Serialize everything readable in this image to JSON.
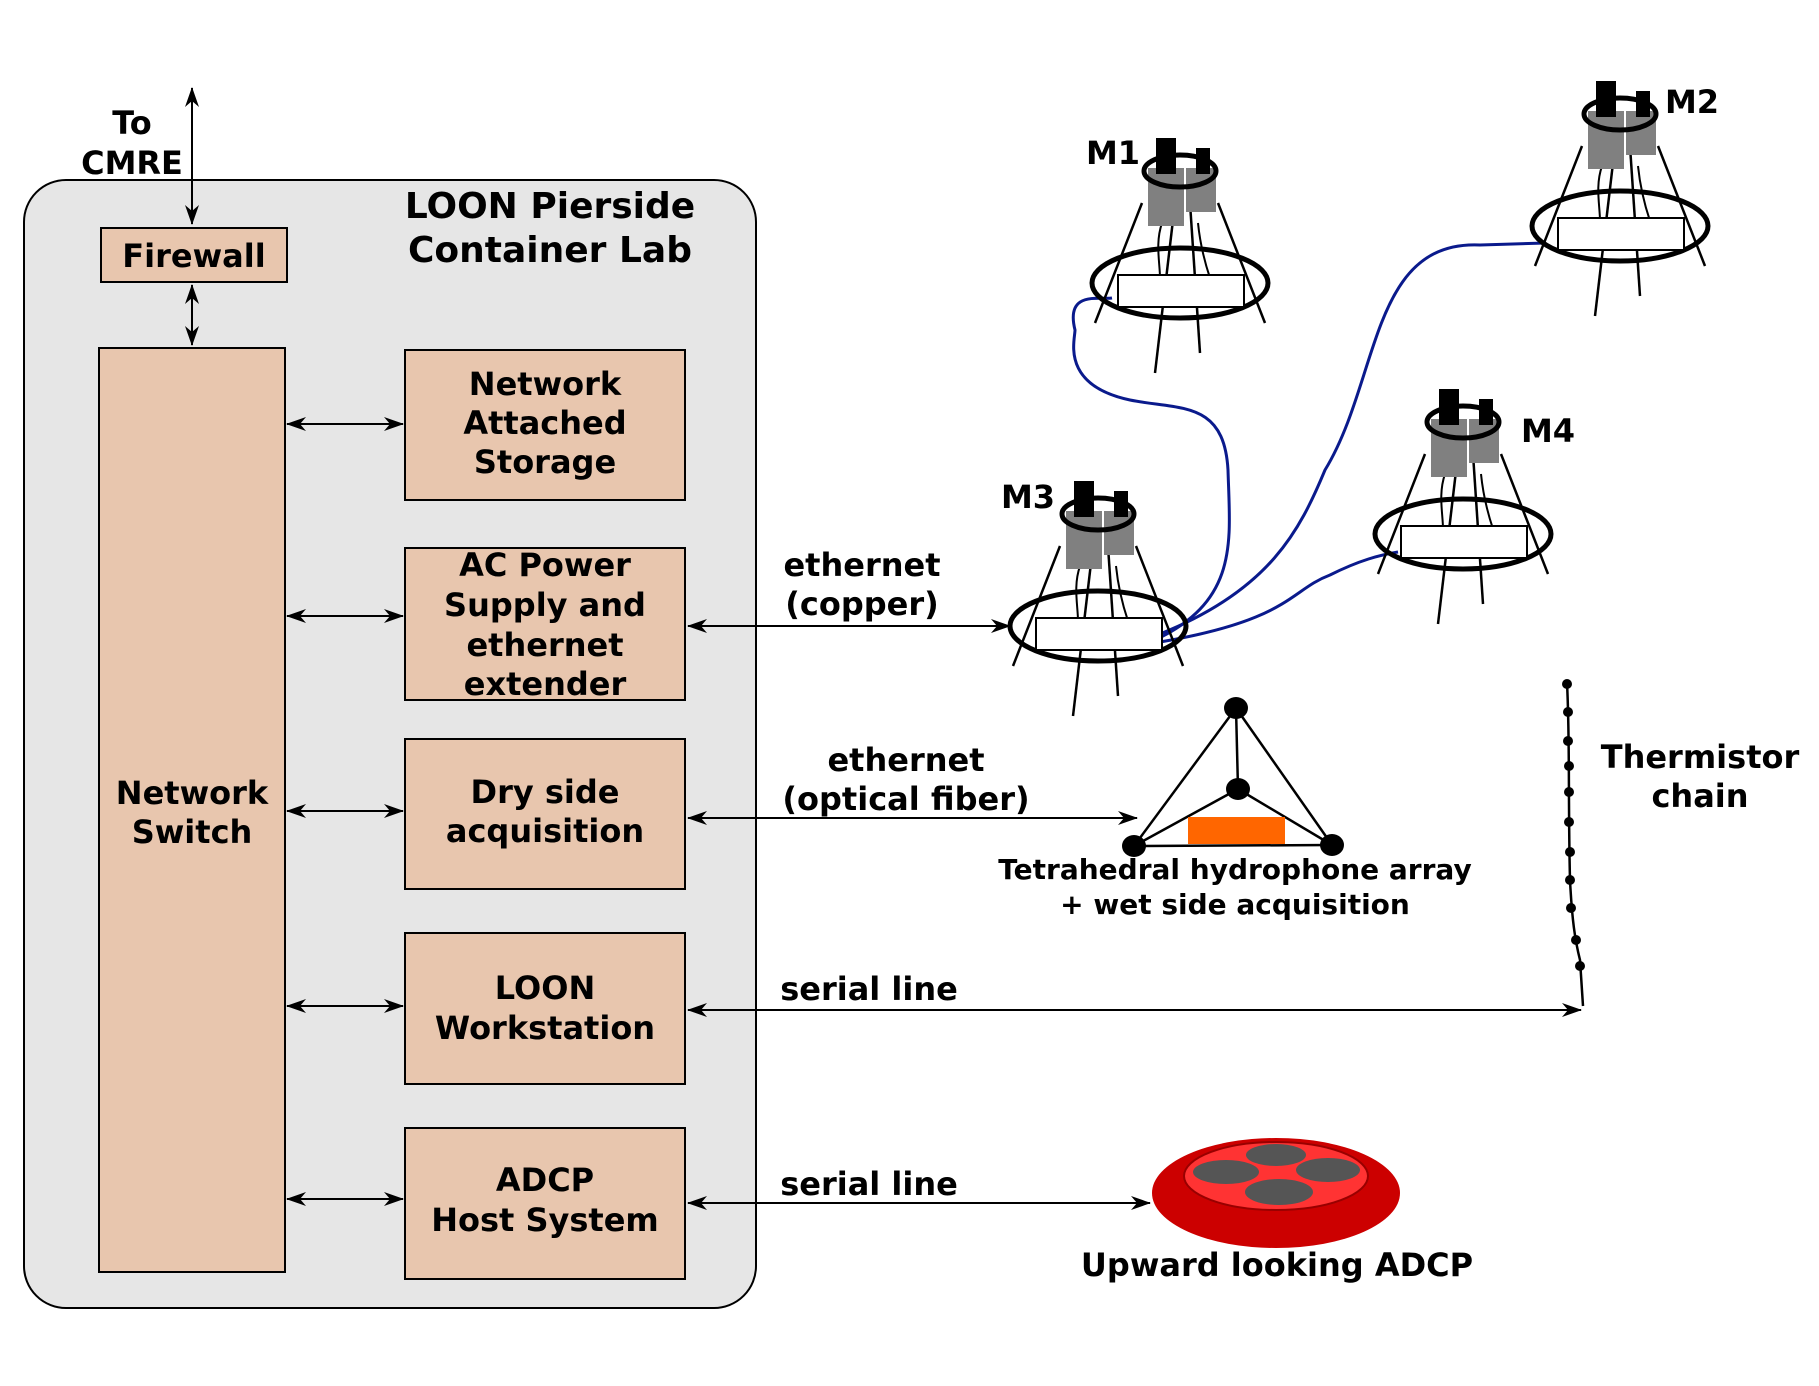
{
  "lab": {
    "title_line1": "LOON Pierside",
    "title_line2": "Container Lab",
    "to_label_line1": "To",
    "to_label_line2": "CMRE",
    "firewall": "Firewall",
    "network_switch_line1": "Network",
    "network_switch_line2": "Switch",
    "nas_line1": "Network",
    "nas_line2": "Attached",
    "nas_line3": "Storage",
    "acpower_line1": "AC Power",
    "acpower_line2": "Supply and",
    "acpower_line3": "ethernet",
    "acpower_line4": "extender",
    "dryside_line1": "Dry side",
    "dryside_line2": "acquisition",
    "workstation_line1": "LOON",
    "workstation_line2": "Workstation",
    "adcphost_line1": "ADCP",
    "adcphost_line2": "Host System"
  },
  "links": {
    "copper_line1": "ethernet",
    "copper_line2": "(copper)",
    "fiber_line1": "ethernet",
    "fiber_line2": "(optical fiber)",
    "serial1": "serial line",
    "serial2": "serial line"
  },
  "field": {
    "m1": "M1",
    "m2": "M2",
    "m3": "M3",
    "m4": "M4",
    "thermistor_line1": "Thermistor",
    "thermistor_line2": "chain",
    "tetra_line1": "Tetrahedral hydrophone array",
    "tetra_line2": "+ wet side acquisition",
    "adcp_label": "Upward looking ADCP"
  },
  "colors": {
    "box_fill": "#e8c6ae",
    "panel_fill": "#e6e6e6",
    "cable": "#0a1a8c",
    "sensor_gray": "#808080",
    "orange": "#ff6600",
    "adcp_outer": "#cc0000",
    "adcp_inner": "#ff3333",
    "adcp_transducer": "#555555"
  }
}
